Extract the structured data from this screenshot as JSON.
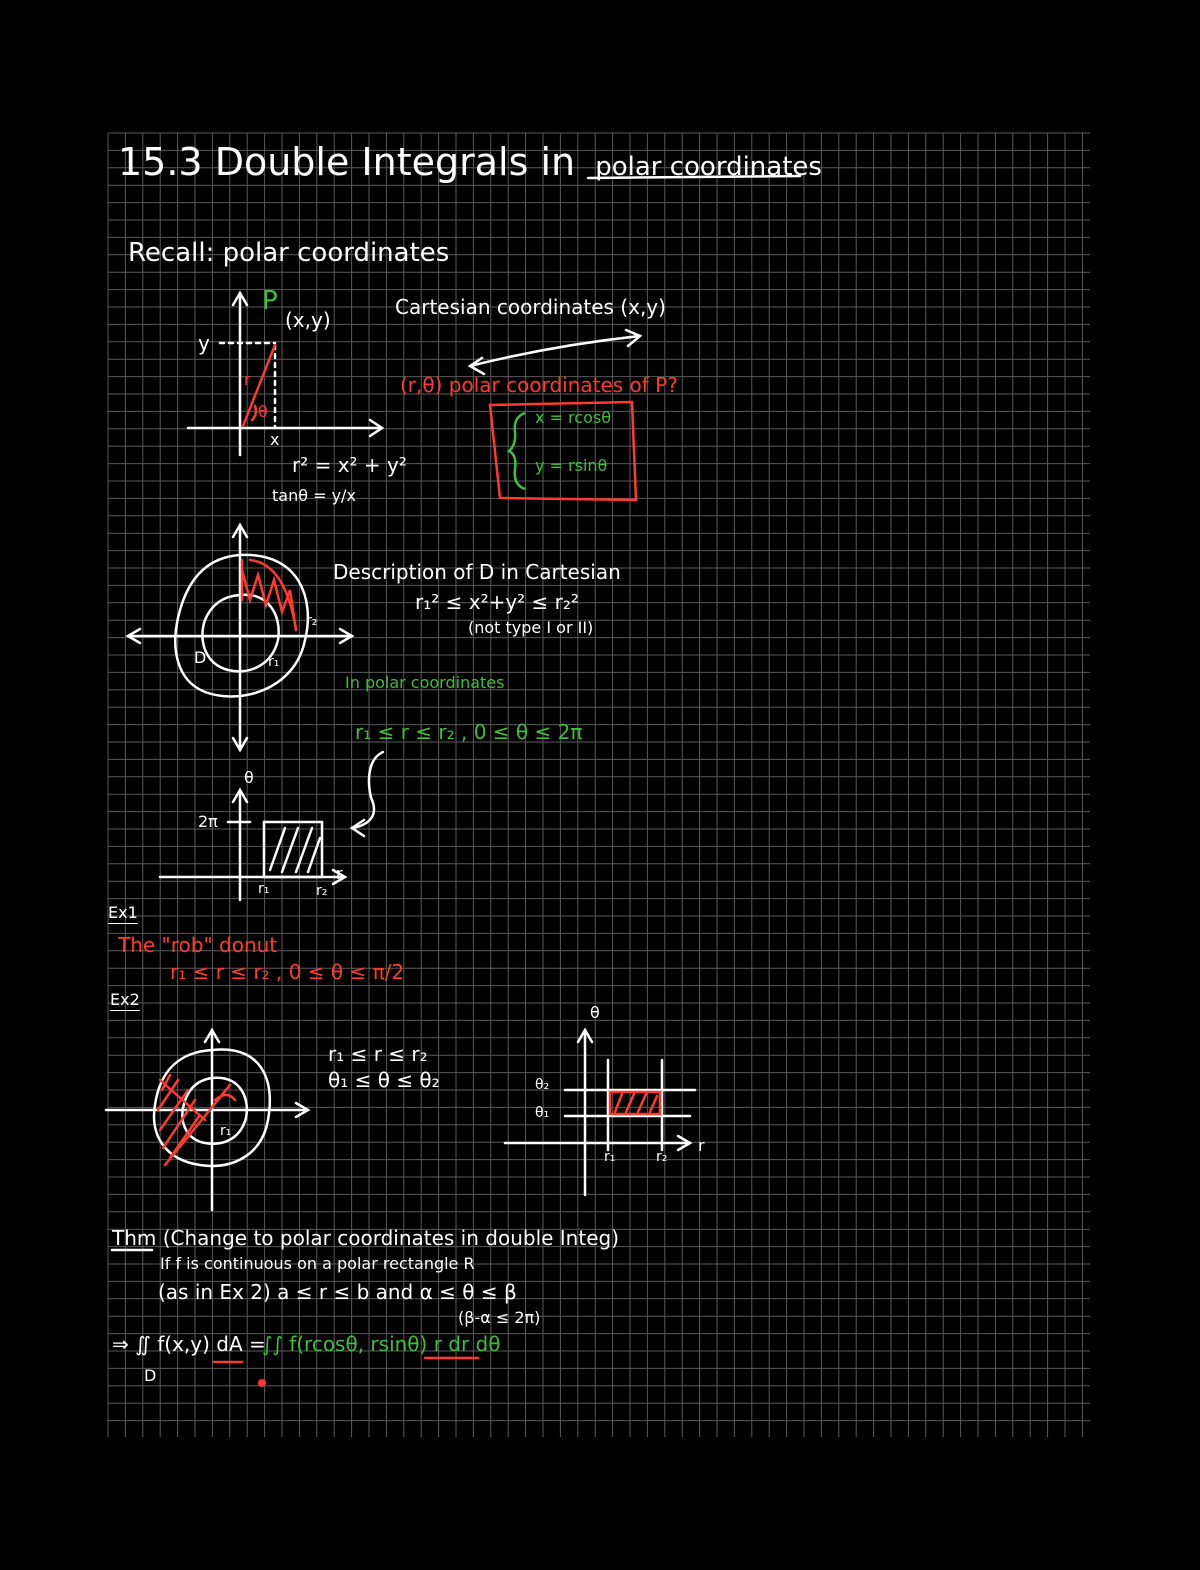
{
  "title": "15.3 Double Integrals in polar coordinates",
  "title_main": "15.3 Double Integrals in",
  "title_tail": "polar coordinates",
  "recall": "Recall: polar coordinates",
  "fig1": {
    "P": "P",
    "xy": "(x,y)",
    "y": "y",
    "r": "r",
    "theta": "θ",
    "x": "x",
    "r2": "r² = x² + y²",
    "tan": "tanθ = y/x"
  },
  "cartesian": "Cartesian coordinates (x,y)",
  "polar_label": "(r,θ) polar coordinates of P?",
  "box_eq1": "x = rcosθ",
  "box_eq2": "y = rsinθ",
  "description": {
    "line1": "Description of D in Cartesian",
    "line2": "r₁² ≤ x²+y² ≤ r₂²",
    "line3": "(not type I or II)"
  },
  "in_polar": "In polar coordinates",
  "polar_ineq": "r₁ ≤ r ≤ r₂ , 0 ≤ θ ≤ 2π",
  "rect_plot": {
    "theta": "θ",
    "two_pi": "2π",
    "r1": "r₁",
    "r2": "r₂",
    "r": "r"
  },
  "ex1": {
    "label": "Ex1",
    "line1": "The \"rob\" donut",
    "line2": "r₁ ≤ r ≤ r₂ , 0 ≤ θ ≤ π/2"
  },
  "ex2": {
    "label": "Ex2",
    "ineq1": "r₁ ≤ r ≤ r₂",
    "ineq2": "θ₁ ≤ θ ≤ θ₂",
    "theta1": "θ₁",
    "theta2": "θ₂",
    "r1": "r₁",
    "r2": "r₂",
    "r": "r",
    "theta": "θ"
  },
  "thm": {
    "label": "Thm",
    "title": "(Change to polar coordinates in double Integ)",
    "line1": "If f is continuous on a polar rectangle R",
    "line2": "(as in Ex 2) a ≤ r ≤ b and α ≤ θ ≤ β",
    "line3": "(β-α ≤ 2π)",
    "formula_lhs": "⇒ ∬ f(x,y) dA =",
    "formula_rhs": "∫∫ f(rcosθ, rsinθ) r dr dθ",
    "D": "D"
  },
  "colors": {
    "background": "#000000",
    "grid": "#5a5a5a",
    "ink_white": "#ffffff",
    "ink_red": "#ff3a2e",
    "ink_green": "#3fbf3a"
  }
}
